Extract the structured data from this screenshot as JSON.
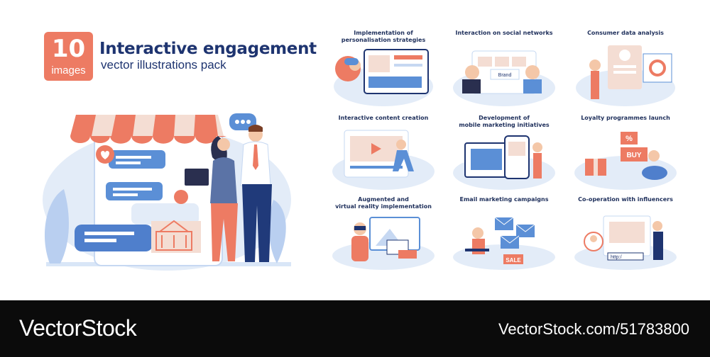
{
  "header": {
    "badge_number": "10",
    "badge_label": "images",
    "title": "Interactive engagement",
    "subtitle": "vector illustrations pack"
  },
  "tiles": [
    {
      "title": "Implementation of\npersonalisation strategies"
    },
    {
      "title": "Interaction on social networks"
    },
    {
      "title": "Consumer data analysis"
    },
    {
      "title": "Interactive content creation"
    },
    {
      "title": "Development of\nmobile marketing initiatives"
    },
    {
      "title": "Loyalty programmes launch"
    },
    {
      "title": "Augmented and\nvirtual reality implementation"
    },
    {
      "title": "Email marketing campaigns"
    },
    {
      "title": "Co-operation with influencers"
    }
  ],
  "tile_texts": {
    "brand": "Brand",
    "buy": "BUY",
    "percent": "%",
    "sale": "SALE",
    "http": "http:/"
  },
  "footer": {
    "brand": "VectorStock",
    "reference": "VectorStock.com/51783800"
  },
  "colors": {
    "navy": "#1e3470",
    "coral": "#ed7b63",
    "light_blue": "#d9e6f7",
    "mid_blue": "#5b8fd6",
    "footer_bg": "#0b0b0b"
  }
}
